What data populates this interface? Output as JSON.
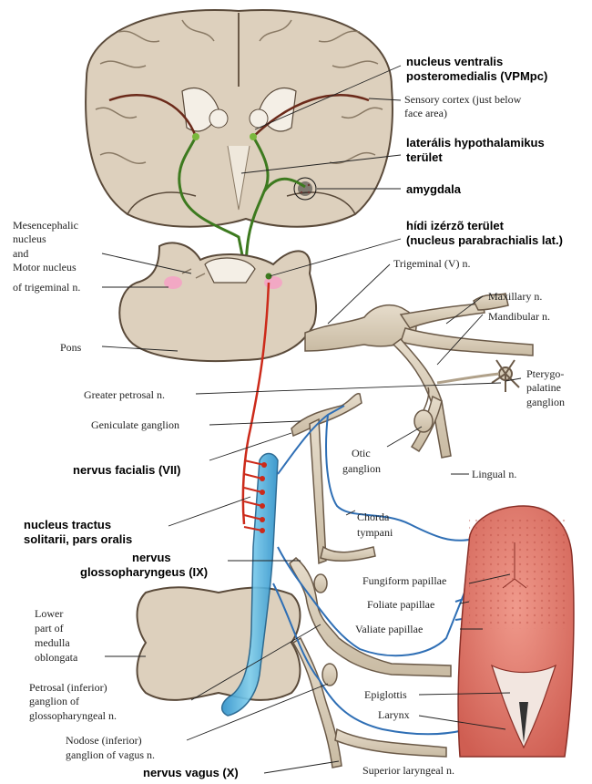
{
  "labels": {
    "vpmpc_1": "nucleus ventralis",
    "vpmpc_2": "posteromedialis (VPMpc)",
    "sensory_cortex_1": "Sensory cortex (just below",
    "sensory_cortex_2": "face area)",
    "lat_hypothal_1": "laterális hypothalamikus",
    "lat_hypothal_2": "terület",
    "amygdala": "amygdala",
    "parabrachial_1": "hídi izérzõ terület",
    "parabrachial_2": "(nucleus parabrachialis lat.)",
    "mesencephalic_1": "Mesencephalic",
    "mesencephalic_2": "nucleus",
    "mesencephalic_3": "and",
    "mesencephalic_4": "Motor nucleus",
    "mesencephalic_5": "of trigeminal n.",
    "trigeminal": "Trigeminal (V) n.",
    "maxillary": "Maxillary n.",
    "mandibular": "Mandibular n.",
    "pons": "Pons",
    "pterygo_1": "Pterygo-",
    "pterygo_2": "palatine",
    "pterygo_3": "ganglion",
    "greater_petrosal": "Greater petrosal n.",
    "geniculate": "Geniculate ganglion",
    "otic_1": "Otic",
    "otic_2": "ganglion",
    "facialis": "nervus facialis (VII)",
    "lingual": "Lingual n.",
    "tractus_1": "nucleus tractus",
    "tractus_2": "solitarii, pars oralis",
    "chorda_1": "Chorda",
    "chorda_2": "tympani",
    "glosso_1": "nervus",
    "glosso_2": "glossopharyngeus (IX)",
    "fungiform": "Fungiform papillae",
    "foliate": "Foliate papillae",
    "valiate": "Valiate papillae",
    "medulla_1": "Lower",
    "medulla_2": "part of",
    "medulla_3": "medulla",
    "medulla_4": "oblongata",
    "petrosal_1": "Petrosal (inferior)",
    "petrosal_2": "ganglion of",
    "petrosal_3": "glossopharyngeal n.",
    "epiglottis": "Epiglottis",
    "larynx": "Larynx",
    "nodose_1": "Nodose (inferior)",
    "nodose_2": "ganglion of vagus n.",
    "vagus": "nervus vagus (X)",
    "superior_laryngeal": "Superior laryngeal n."
  },
  "colors": {
    "brain_tissue": "#ddd0bd",
    "brain_outline": "#5a4a3a",
    "nerve": "#d8cdb9",
    "taste_pathway": "#cc2a1a",
    "limbic_pathway": "#3d7a1f",
    "cortical_projection": "#6b2a1a",
    "nerve_branch": "#2f6fb5",
    "solitary_nucleus": "#5ab4de",
    "tongue": "#e07a6c"
  }
}
